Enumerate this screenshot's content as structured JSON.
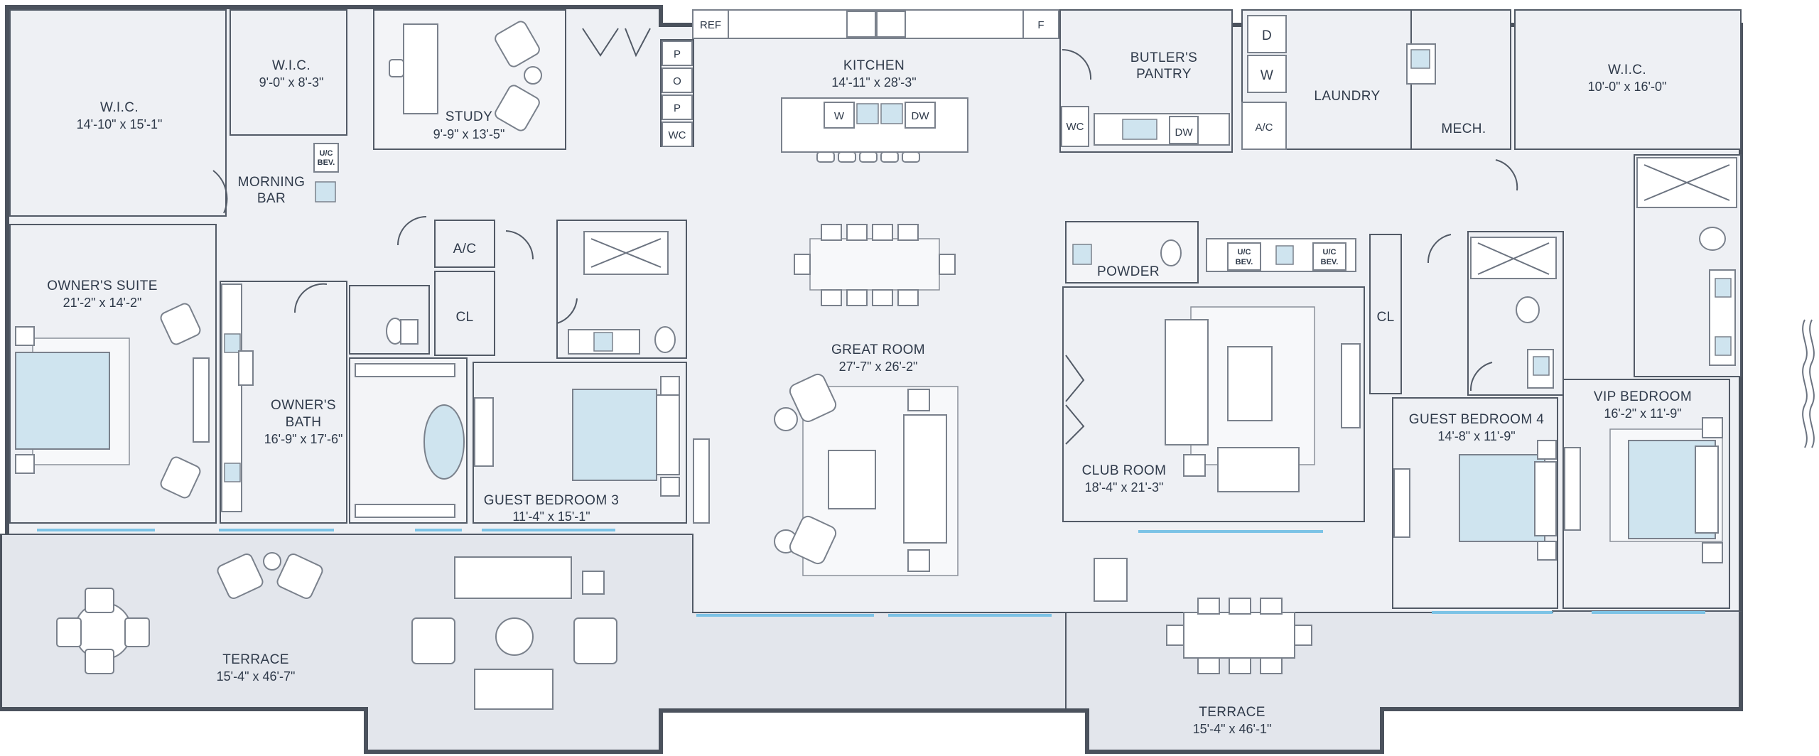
{
  "rooms": {
    "wic_owner": {
      "name": "W.I.C.",
      "dim": "14'-10\" x 15'-1\""
    },
    "wic_small": {
      "name": "W.I.C.",
      "dim": "9'-0\" x 8'-3\""
    },
    "study": {
      "name": "STUDY",
      "dim": "9'-9\" x 13'-5\""
    },
    "morning_bar": {
      "line1": "MORNING",
      "line2": "BAR"
    },
    "kitchen": {
      "name": "KITCHEN",
      "dim": "14'-11\" x 28'-3\""
    },
    "butlers_pantry": {
      "line1": "BUTLER'S",
      "line2": "PANTRY"
    },
    "laundry": {
      "name": "LAUNDRY"
    },
    "mech": {
      "name": "MECH."
    },
    "wic_vip": {
      "name": "W.I.C.",
      "dim": "10'-0\" x 16'-0\""
    },
    "owners_suite": {
      "name": "OWNER'S SUITE",
      "dim": "21'-2\" x 14'-2\""
    },
    "owners_bath": {
      "line1": "OWNER'S",
      "line2": "BATH",
      "dim": "16'-9\" x 17'-6\""
    },
    "ac_left": {
      "name": "A/C"
    },
    "cl_left": {
      "name": "CL"
    },
    "guest_bed3": {
      "name": "GUEST BEDROOM 3",
      "dim": "11'-4\" x 15'-1\""
    },
    "great_room": {
      "name": "GREAT ROOM",
      "dim": "27'-7\" x 26'-2\""
    },
    "powder": {
      "name": "POWDER"
    },
    "club_room": {
      "name": "CLUB ROOM",
      "dim": "18'-4\" x 21'-3\""
    },
    "cl_right": {
      "name": "CL"
    },
    "guest_bed4": {
      "name": "GUEST BEDROOM 4",
      "dim": "14'-8\" x 11'-9\""
    },
    "vip_bed": {
      "name": "VIP BEDROOM",
      "dim": "16'-2\" x 11'-9\""
    },
    "terrace_left": {
      "name": "TERRACE",
      "dim": "15'-4\" x 46'-7\""
    },
    "terrace_right": {
      "name": "TERRACE",
      "dim": "15'-4\" x 46'-1\""
    }
  },
  "fixtures": {
    "ref": "REF",
    "f": "F",
    "p1": "P",
    "o": "O",
    "p2": "P",
    "wc_kitchen": "WC",
    "w_island": "W",
    "dw_island": "DW",
    "wc_pantry": "WC",
    "dw_pantry": "DW",
    "d": "D",
    "w_laundry": "W",
    "ac_laundry": "A/C",
    "uc_bev_left_1": "U/C",
    "uc_bev_left_2": "BEV.",
    "uc_bev_club1_1": "U/C",
    "uc_bev_club1_2": "BEV.",
    "uc_bev_club2_1": "U/C",
    "uc_bev_club2_2": "BEV."
  },
  "colors": {
    "wall": "#4b525d",
    "floor": "#eef0f4",
    "terrace": "#e3e6ec",
    "glass": "#7cc3e6",
    "fixture_blue": "#cfe4ef"
  },
  "icons": {
    "terrace_edge": "wave-icon"
  }
}
